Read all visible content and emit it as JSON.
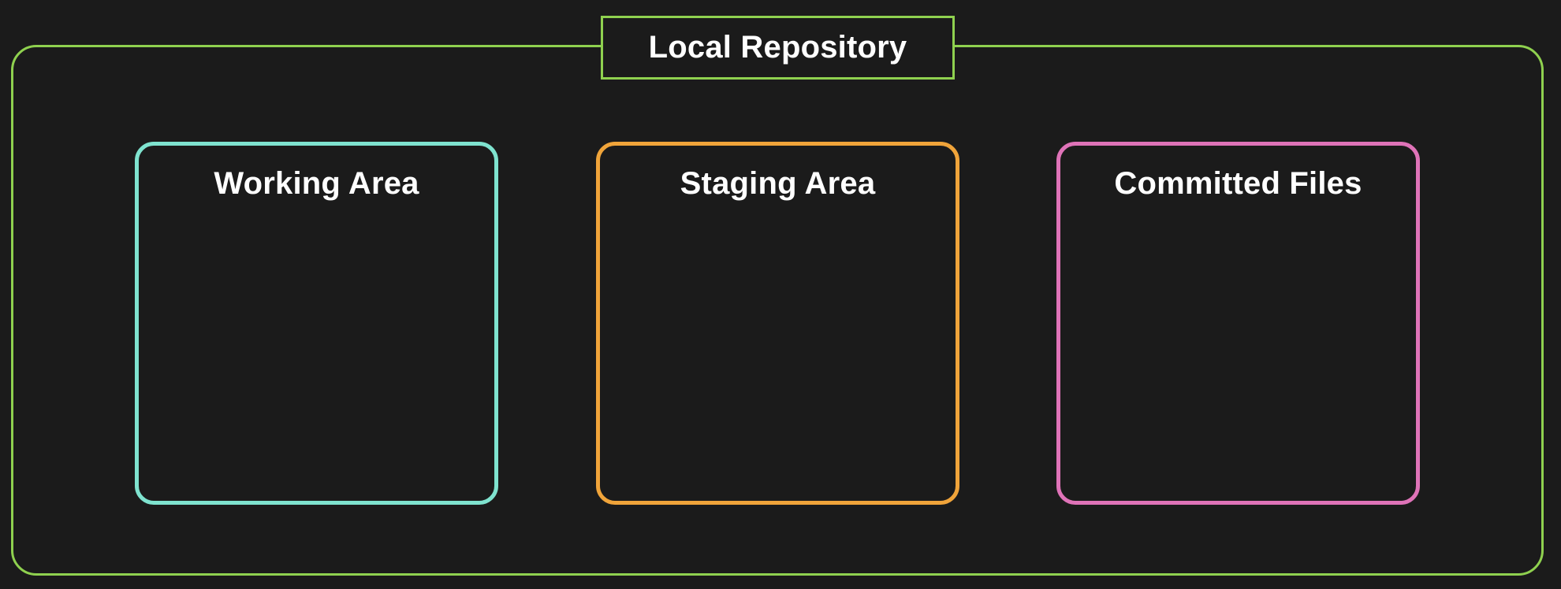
{
  "diagram": {
    "title": "Local Repository",
    "frame_color": "#8fd14f",
    "areas": [
      {
        "label": "Working Area",
        "color": "#7fe3cf"
      },
      {
        "label": "Staging Area",
        "color": "#f0a43a"
      },
      {
        "label": "Committed Files",
        "color": "#df73b8"
      }
    ]
  }
}
